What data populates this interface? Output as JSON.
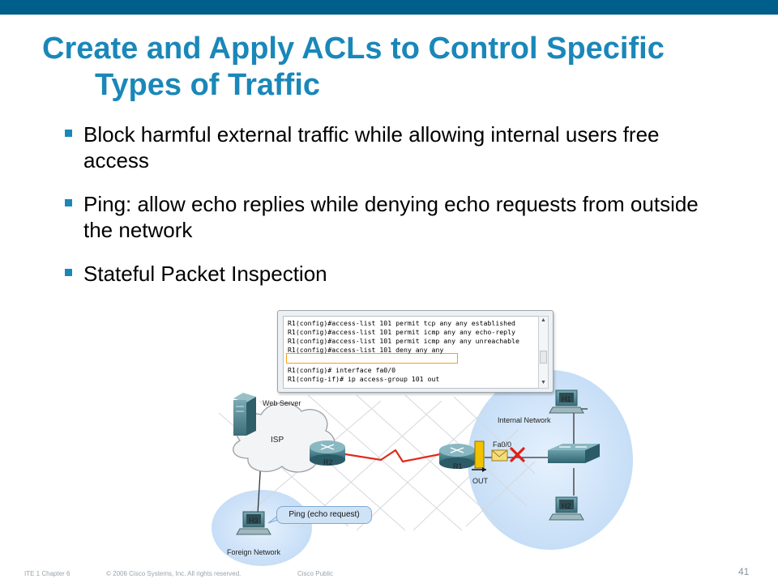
{
  "slide": {
    "title_line1": "Create and Apply ACLs to Control Specific",
    "title_line2": "Types of Traffic",
    "bullets": [
      "Block harmful external traffic while allowing internal users free access",
      "Ping:  allow echo replies while denying echo requests from outside the network",
      "Stateful Packet Inspection"
    ]
  },
  "cli": {
    "lines": [
      "R1(config)#access-list 101 permit tcp any any established",
      "R1(config)#access-list 101 permit icmp any any echo-reply",
      "R1(config)#access-list 101 permit icmp any any unreachable",
      "R1(config)#access-list 101 deny any any",
      "",
      "R1(config)# interface fa0/0",
      "R1(config-if)# ip access-group 101 out"
    ],
    "highlighted_line": 3
  },
  "diagram": {
    "web_server": "Web Server",
    "isp": "ISP",
    "r2": "R2",
    "r1": "R1",
    "out": "OUT",
    "fa0_0": "Fa0/0",
    "internal_network": "Internal Network",
    "h1": "H1",
    "h2": "H2",
    "h3": "H3",
    "foreign_network": "Foreign Network",
    "ping_callout": "Ping (echo request)"
  },
  "footer": {
    "chapter": "ITE 1 Chapter 6",
    "copyright": "© 2006 Cisco Systems, Inc. All rights reserved.",
    "classification": "Cisco Public",
    "page": "41"
  },
  "colors": {
    "top_bar": "#005e8a",
    "title": "#1a87b9",
    "bullet_square": "#1a87b9",
    "internal_bubble": "#d2e6fb",
    "acl_highlight": "#f0a020",
    "deny_x": "#e0201a",
    "filter_bar": "#f2c200"
  }
}
